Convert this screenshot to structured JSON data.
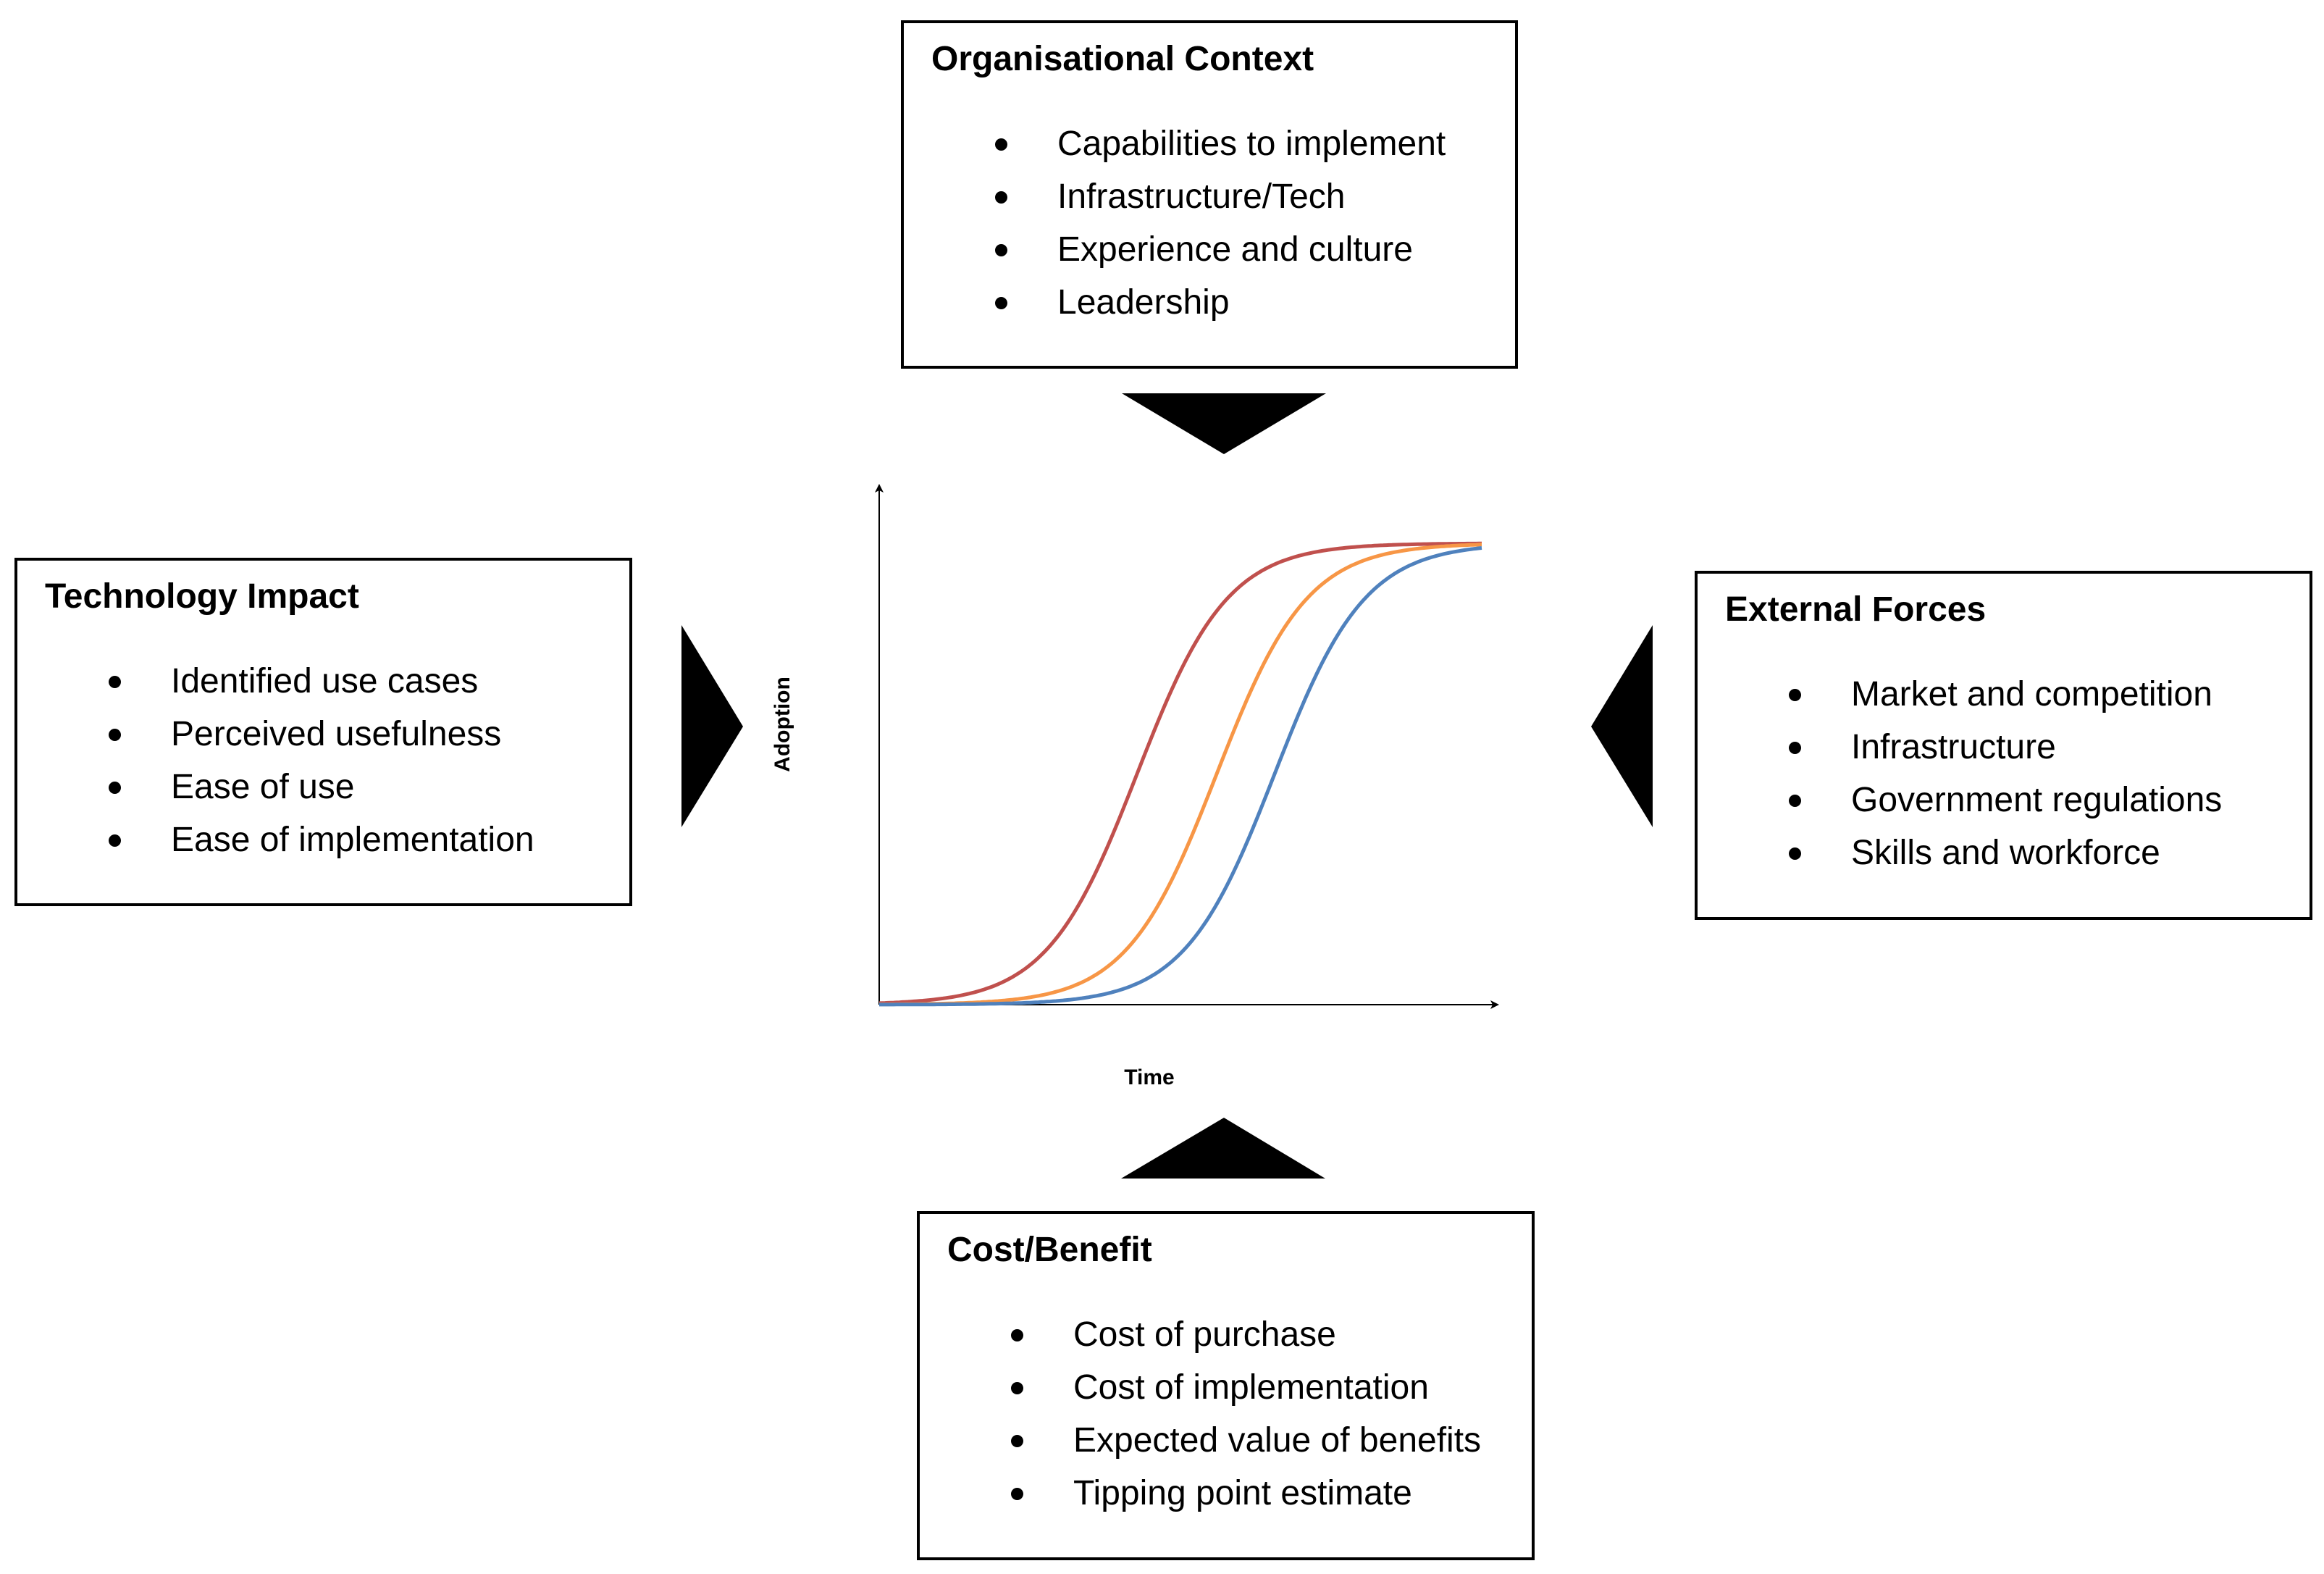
{
  "organisational_context": {
    "title": "Organisational Context",
    "items": [
      "Capabilities to implement",
      "Infrastructure/Tech",
      "Experience and culture",
      "Leadership"
    ]
  },
  "technology_impact": {
    "title": "Technology Impact",
    "items": [
      "Identified use cases",
      "Perceived usefulness",
      "Ease of use",
      "Ease of implementation"
    ]
  },
  "external_forces": {
    "title": "External Forces",
    "items": [
      "Market and competition",
      "Infrastructure",
      "Government regulations",
      "Skills and workforce"
    ]
  },
  "cost_benefit": {
    "title": "Cost/Benefit",
    "items": [
      "Cost of purchase",
      "Cost of implementation",
      "Expected value of benefits",
      "Tipping point estimate"
    ]
  },
  "chart": {
    "xlabel": "Time",
    "ylabel": "Adoption",
    "curve_colors": [
      "#c0504d",
      "#f79646",
      "#4f81bd"
    ]
  }
}
